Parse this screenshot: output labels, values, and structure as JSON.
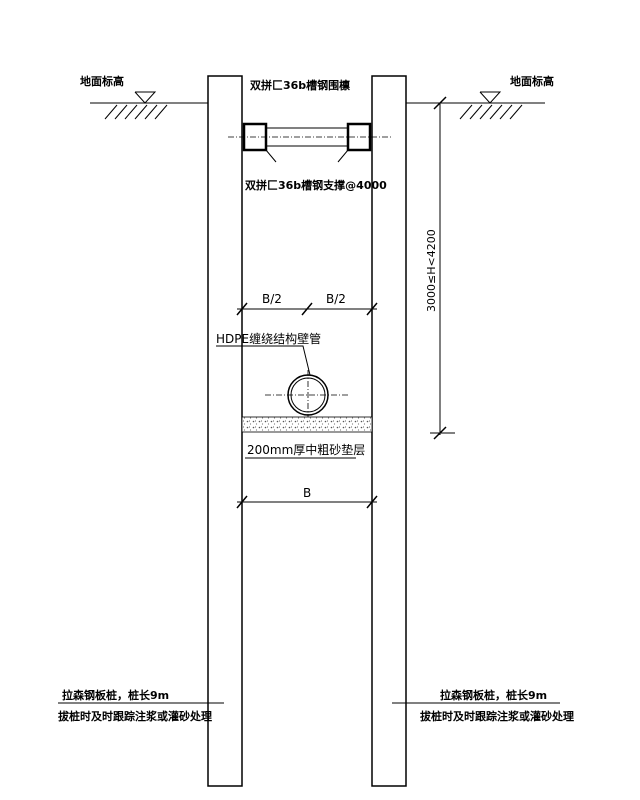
{
  "labels": {
    "ground_left": "地面标高",
    "ground_right": "地面标高",
    "waler": "双拼匚36b槽钢围檩",
    "strut": "双拼匚36b槽钢支撑@4000",
    "half_b_left": "B/2",
    "half_b_right": "B/2",
    "pipe": "HDPE缠绕结构壁管",
    "bedding": "200mm厚中粗砂垫层",
    "width": "B",
    "depth": "3000≤H<4200",
    "sheetpile_left_1": "拉森钢板桩，桩长9m",
    "sheetpile_left_2": "拔桩时及时跟踪注浆或灌砂处理",
    "sheetpile_right_1": "拉森钢板桩，桩长9m",
    "sheetpile_right_2": "拔桩时及时跟踪注浆或灌砂处理"
  }
}
